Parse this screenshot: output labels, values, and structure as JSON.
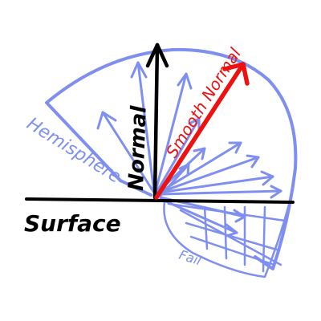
{
  "labels": {
    "normal": "Normal",
    "smooth_normal": "Smooth Normal",
    "hemisphere": "Hemisphere",
    "surface": "Surface",
    "fail": "Fail"
  },
  "colors": {
    "ink": "#000000",
    "hemisphere": "#7f8ff0",
    "smooth_normal": "#ee1111",
    "background": "#ffffff"
  }
}
